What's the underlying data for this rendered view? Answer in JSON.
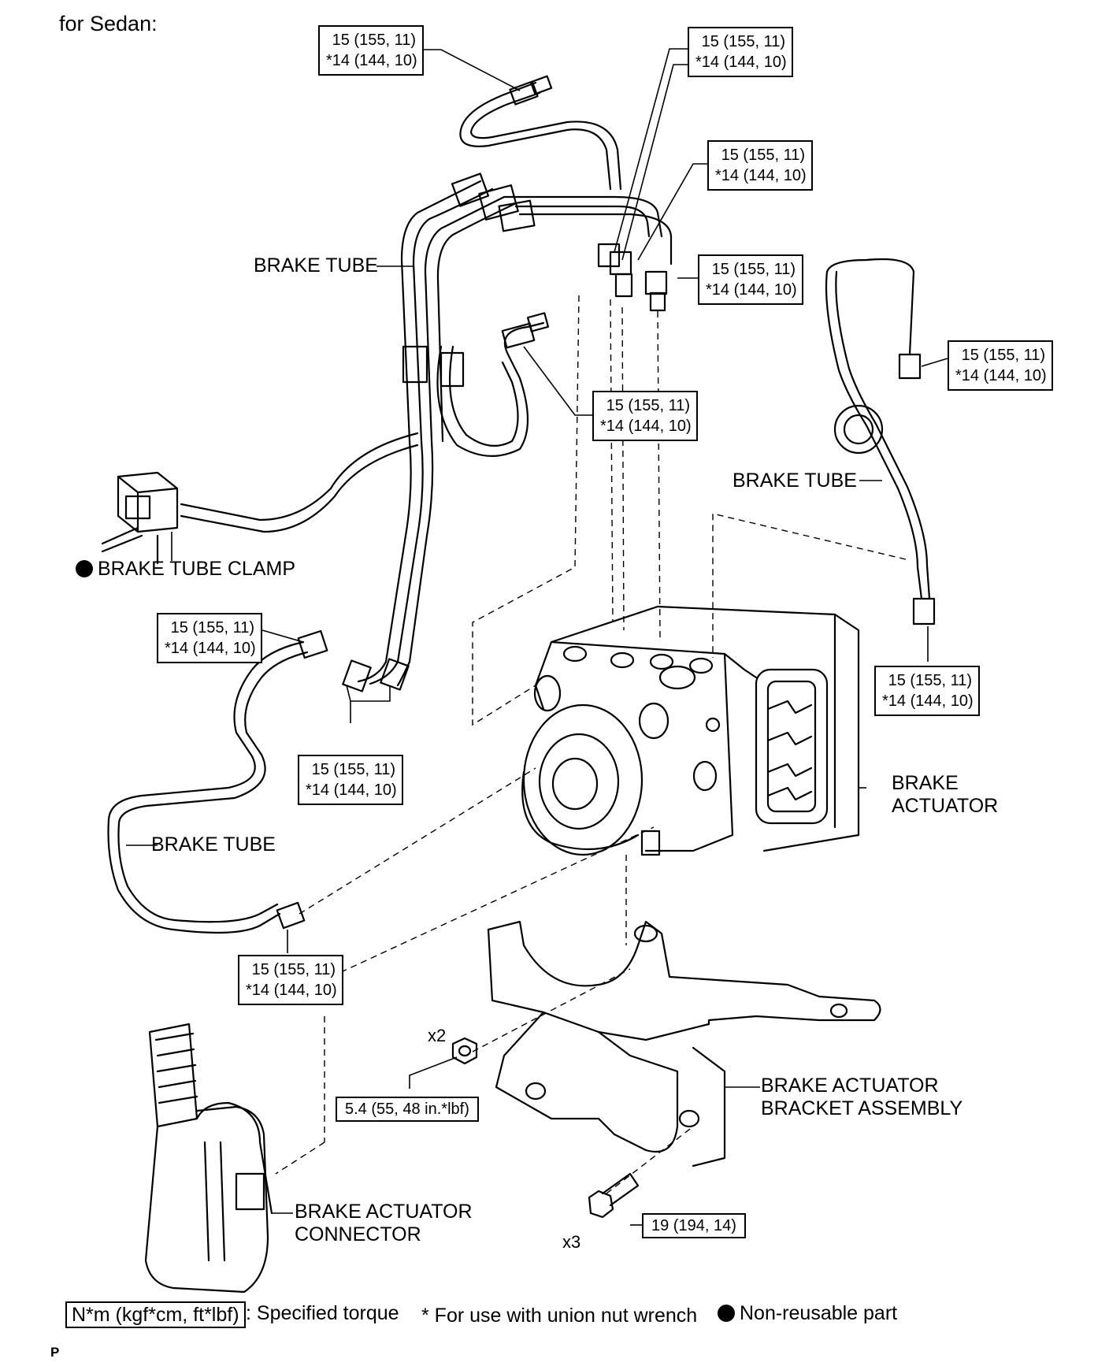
{
  "header": {
    "title": "for Sedan:"
  },
  "torque_values": {
    "t1": {
      "line1": "15 (155, 11)",
      "line2": "*14 (144, 10)"
    },
    "t2": {
      "line1": "15 (155, 11)",
      "line2": "*14 (144, 10)"
    },
    "t3": {
      "line1": "15 (155, 11)",
      "line2": "*14 (144, 10)"
    },
    "t4": {
      "line1": "15 (155, 11)",
      "line2": "*14 (144, 10)"
    },
    "t5": {
      "line1": "15 (155, 11)",
      "line2": "*14 (144, 10)"
    },
    "t6": {
      "line1": "15 (155, 11)",
      "line2": "*14 (144, 10)"
    },
    "t7": {
      "line1": "15 (155, 11)",
      "line2": "*14 (144, 10)"
    },
    "t8": {
      "line1": "15 (155, 11)",
      "line2": "*14 (144, 10)"
    },
    "t9": {
      "line1": "15 (155, 11)",
      "line2": "*14 (144, 10)"
    },
    "t10": {
      "line1": "15 (155, 11)",
      "line2": "*14 (144, 10)"
    },
    "nut": "5.4 (55, 48 in.*lbf)",
    "bolt": "19 (194, 14)"
  },
  "parts": {
    "brake_tube_1": "BRAKE TUBE",
    "brake_tube_2": "BRAKE TUBE",
    "brake_tube_3": "BRAKE TUBE",
    "brake_tube_clamp": "BRAKE TUBE CLAMP",
    "actuator_line1": "BRAKE",
    "actuator_line2": "ACTUATOR",
    "bracket_line1": "BRAKE ACTUATOR",
    "bracket_line2": "BRACKET ASSEMBLY",
    "connector_line1": "BRAKE ACTUATOR",
    "connector_line2": "CONNECTOR"
  },
  "quantities": {
    "nut": "x2",
    "bolt": "x3"
  },
  "legend": {
    "torque_unit": "N*m (kgf*cm, ft*lbf)",
    "torque_text": ": Specified torque",
    "union_note": "* For use with union nut wrench",
    "nonreusable": "Non-reusable part"
  },
  "footer": {
    "code": "P"
  }
}
